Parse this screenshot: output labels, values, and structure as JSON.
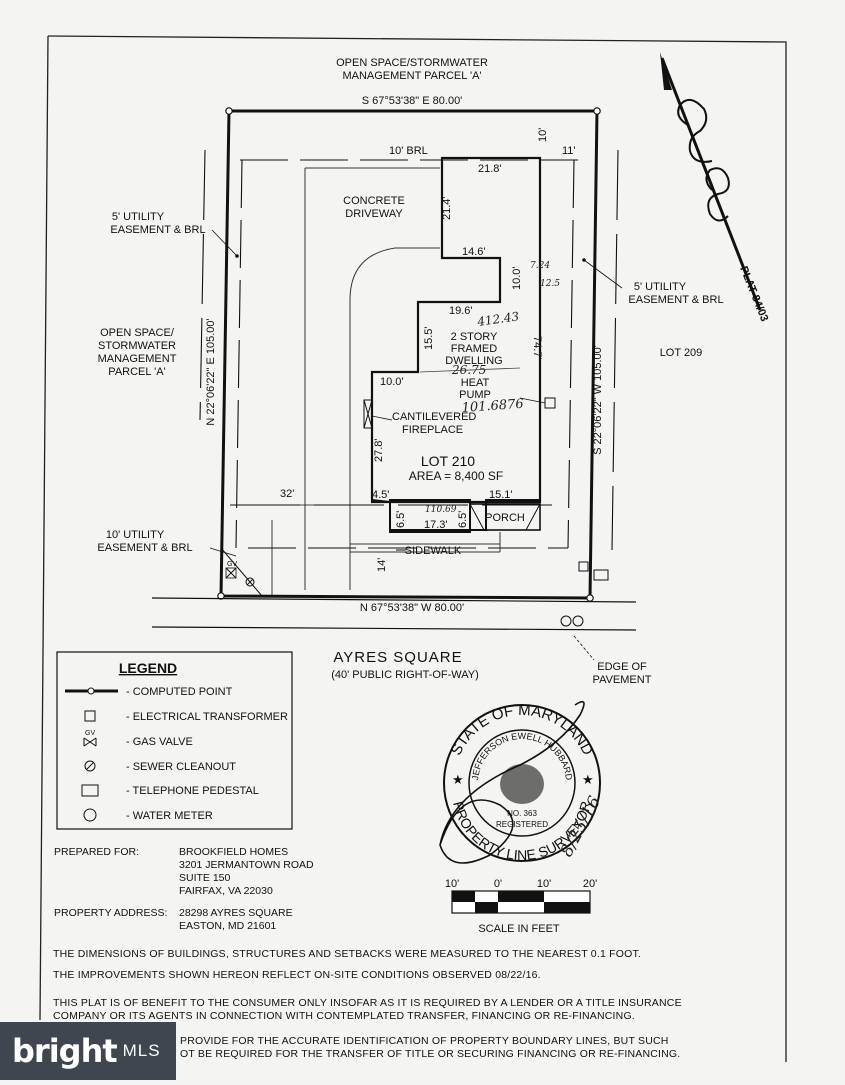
{
  "top_label_1": "OPEN SPACE/STORMWATER",
  "top_label_2": "MANAGEMENT PARCEL 'A'",
  "bearing_top": "S 67°53'38\" E 80.00'",
  "bearing_bottom": "N 67°53'38\" W 80.00'",
  "bearing_left": "N 22°06'22\" E 105.00'",
  "bearing_right": "S 22°06'22\" W 105.00'",
  "brl_10": "10' BRL",
  "dim_10_top": "10'",
  "dim_11": "11'",
  "dim_21_8": "21.8'",
  "dim_21_4": "21.4'",
  "dim_14_6": "14.6'",
  "dim_10_0": "10.0'",
  "dim_19_6": "19.6'",
  "dim_15_5": "15.5'",
  "dim_74_7": "74.7'",
  "dim_10_0b": "10.0'",
  "dim_27_8": "27.8'",
  "dim_4_5": "4.5'",
  "dim_15_1": "15.1'",
  "dim_32": "32'",
  "dim_6_5a": "6.5'",
  "dim_6_5b": "6.5'",
  "dim_17_3": "17.3'",
  "dim_14": "14'",
  "concrete_1": "CONCRETE",
  "concrete_2": "DRIVEWAY",
  "easement_left_1": "5' UTILITY",
  "easement_left_2": "EASEMENT & BRL",
  "easement_right_1": "5' UTILITY",
  "easement_right_2": "EASEMENT & BRL",
  "easement_bottom_1": "10' UTILITY",
  "easement_bottom_2": "EASEMENT & BRL",
  "open_space_1": "OPEN SPACE/",
  "open_space_2": "STORMWATER",
  "open_space_3": "MANAGEMENT",
  "open_space_4": "PARCEL 'A'",
  "dwelling_1": "2 STORY",
  "dwelling_2": "FRAMED",
  "dwelling_3": "DWELLING",
  "heat_1": "HEAT",
  "heat_2": "PUMP",
  "fireplace_1": "CANTILEVERED",
  "fireplace_2": "FIREPLACE",
  "lot_label": "LOT 210",
  "area_label": "AREA = 8,400 SF",
  "porch": "PORCH",
  "sidewalk": "SIDEWALK",
  "lot_209": "LOT 209",
  "plat": "PLAT 84/03",
  "road_name": "AYRES SQUARE",
  "road_sub": "(40' PUBLIC RIGHT-OF-WAY)",
  "edge_1": "EDGE OF",
  "edge_2": "PAVEMENT",
  "gv": "GV",
  "hand_1": "412.43",
  "hand_2": "26.75",
  "hand_3": "101.6876",
  "hand_4": "110.69",
  "hand_5": "7.24",
  "hand_6": "12.5",
  "legend": {
    "title": "LEGEND",
    "items": [
      {
        "symbol": "computed-point",
        "label": "- COMPUTED POINT"
      },
      {
        "symbol": "electrical-transformer",
        "label": "- ELECTRICAL TRANSFORMER"
      },
      {
        "symbol": "gas-valve",
        "label": "- GAS VALVE"
      },
      {
        "symbol": "sewer-cleanout",
        "label": "- SEWER CLEANOUT"
      },
      {
        "symbol": "telephone-pedestal",
        "label": "- TELEPHONE PEDESTAL"
      },
      {
        "symbol": "water-meter",
        "label": "- WATER METER"
      }
    ]
  },
  "seal": {
    "outer_top": "STATE OF MARYLAND",
    "outer_bottom": "PROPERTY LINE SURVEYOR",
    "inner_top": "JEFFERSON EWELL HUBBARD",
    "inner_bottom": "REGISTERED",
    "number": "NO. 363",
    "signature_date": "8/25/16"
  },
  "scale": {
    "ticks": [
      "10'",
      "0'",
      "10'",
      "20'"
    ],
    "label": "SCALE IN FEET"
  },
  "prepared_for_label": "PREPARED FOR:",
  "prepared_for": [
    "BROOKFIELD HOMES",
    "3201 JERMANTOWN ROAD",
    "SUITE 150",
    "FAIRFAX, VA 22030"
  ],
  "property_address_label": "PROPERTY ADDRESS:",
  "property_address": [
    "28298 AYRES SQUARE",
    "EASTON, MD 21601"
  ],
  "notes": [
    "THE DIMENSIONS OF BUILDINGS, STRUCTURES AND SETBACKS WERE MEASURED TO THE NEAREST 0.1 FOOT.",
    "THE IMPROVEMENTS SHOWN HEREON REFLECT ON-SITE CONDITIONS OBSERVED 08/22/16.",
    "THIS PLAT IS OF BENEFIT TO THE CONSUMER ONLY INSOFAR AS IT IS REQUIRED BY A LENDER OR A TITLE INSURANCE",
    "COMPANY OR ITS AGENTS IN CONNECTION WITH CONTEMPLATED TRANSFER, FINANCING OR RE-FINANCING.",
    "PROVIDE FOR THE ACCURATE IDENTIFICATION OF PROPERTY BOUNDARY LINES, BUT SUCH",
    "OT BE REQUIRED FOR THE TRANSFER OF TITLE OR SECURING FINANCING OR RE-FINANCING."
  ],
  "watermark": {
    "brand": "bright",
    "suffix": "MLS"
  }
}
